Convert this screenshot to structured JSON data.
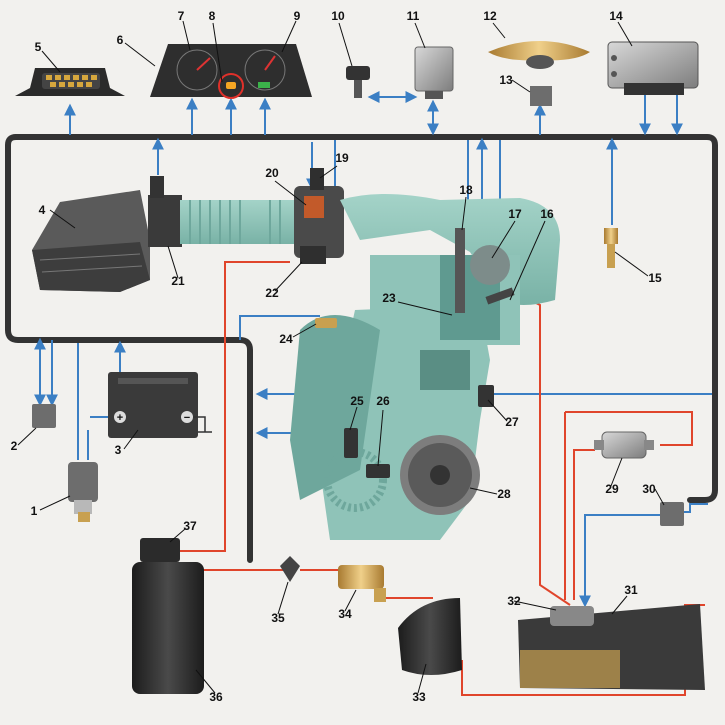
{
  "diagram": {
    "callouts": [
      {
        "id": "1",
        "label": "1"
      },
      {
        "id": "2",
        "label": "2"
      },
      {
        "id": "3",
        "label": "3"
      },
      {
        "id": "4",
        "label": "4"
      },
      {
        "id": "5",
        "label": "5"
      },
      {
        "id": "6",
        "label": "6"
      },
      {
        "id": "7",
        "label": "7"
      },
      {
        "id": "8",
        "label": "8"
      },
      {
        "id": "9",
        "label": "9"
      },
      {
        "id": "10",
        "label": "10"
      },
      {
        "id": "11",
        "label": "11"
      },
      {
        "id": "12",
        "label": "12"
      },
      {
        "id": "13",
        "label": "13"
      },
      {
        "id": "14",
        "label": "14"
      },
      {
        "id": "15",
        "label": "15"
      },
      {
        "id": "16",
        "label": "16"
      },
      {
        "id": "17",
        "label": "17"
      },
      {
        "id": "18",
        "label": "18"
      },
      {
        "id": "19",
        "label": "19"
      },
      {
        "id": "20",
        "label": "20"
      },
      {
        "id": "21",
        "label": "21"
      },
      {
        "id": "22",
        "label": "22"
      },
      {
        "id": "23",
        "label": "23"
      },
      {
        "id": "24",
        "label": "24"
      },
      {
        "id": "25",
        "label": "25"
      },
      {
        "id": "26",
        "label": "26"
      },
      {
        "id": "27",
        "label": "27"
      },
      {
        "id": "28",
        "label": "28"
      },
      {
        "id": "29",
        "label": "29"
      },
      {
        "id": "30",
        "label": "30"
      },
      {
        "id": "31",
        "label": "31"
      },
      {
        "id": "32",
        "label": "32"
      },
      {
        "id": "33",
        "label": "33"
      },
      {
        "id": "34",
        "label": "34"
      },
      {
        "id": "35",
        "label": "35"
      },
      {
        "id": "36",
        "label": "36"
      },
      {
        "id": "37",
        "label": "37"
      }
    ],
    "battery_symbols": {
      "plus": "+",
      "minus": "−"
    },
    "colors": {
      "wiring_harness": "#3a3a3a",
      "signal_line": "#3b7fc4",
      "fuel_line": "#e0452b",
      "engine_body": "#8fc3b8",
      "engine_shadow": "#6ea79c",
      "component_dark": "#2b2b2b",
      "component_grey": "#8a8a8a",
      "gold": "#c8a050"
    }
  }
}
